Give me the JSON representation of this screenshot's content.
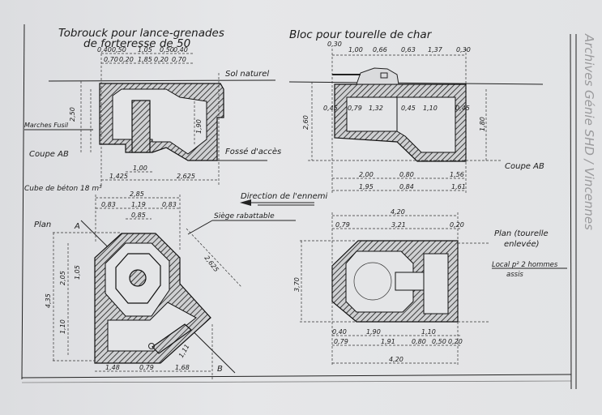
{
  "left_section": {
    "title_line1": "Tobrouck pour lance-grenades",
    "title_line2": "de forteresse de 50",
    "ground_label": "Sol naturel",
    "steps_label": "Marches Fusil",
    "section_label": "Coupe AB",
    "trench_label": "Fossé d'accès",
    "concrete_label": "Cube de béton 18 m³",
    "dimensions": [
      "0,40",
      "0,50",
      "1,05",
      "0,50",
      "0,40",
      "0,70",
      "0,20",
      "1,85",
      "0,20",
      "0,70",
      "2,50",
      "1,90",
      "1,00",
      "1,425",
      "2,625"
    ]
  },
  "left_plan": {
    "label": "Plan",
    "marker_a": "A",
    "marker_b": "B",
    "seat_label": "Siège rabattable",
    "dimensions": [
      "2,85",
      "0,83",
      "1,19",
      "0,83",
      "0,85",
      "2,625",
      "4,35",
      "2,05",
      "1,05",
      "1,10",
      "1,48",
      "0,79",
      "1,68",
      "1,11"
    ]
  },
  "right_section": {
    "title": "Bloc pour tourelle de char",
    "section_label": "Coupe AB",
    "dimensions": [
      "0,30",
      "1,00",
      "0,66",
      "0,63",
      "1,37",
      "0,30",
      "0,45",
      "0,79",
      "1,32",
      "0,45",
      "1,10",
      "0,45",
      "2,60",
      "1,80",
      "2,00",
      "0,80",
      "1,56",
      "1,95",
      "0,84",
      "1,61"
    ]
  },
  "direction_label": "Direction de l'ennemi",
  "right_plan": {
    "label_line1": "Plan (tourelle",
    "label_line2": "enlevée)",
    "room_label_line1": "Local p² 2 hommes",
    "room_label_line2": "assis",
    "dimensions": [
      "4,20",
      "0,79",
      "3,21",
      "0,20",
      "3,70",
      "0,40",
      "1,90",
      "1,10",
      "0,79",
      "1,91",
      "0,80",
      "0,50",
      "0,20",
      "4,20"
    ]
  },
  "archive_note": "Archives Génie SHD / Vincennes"
}
